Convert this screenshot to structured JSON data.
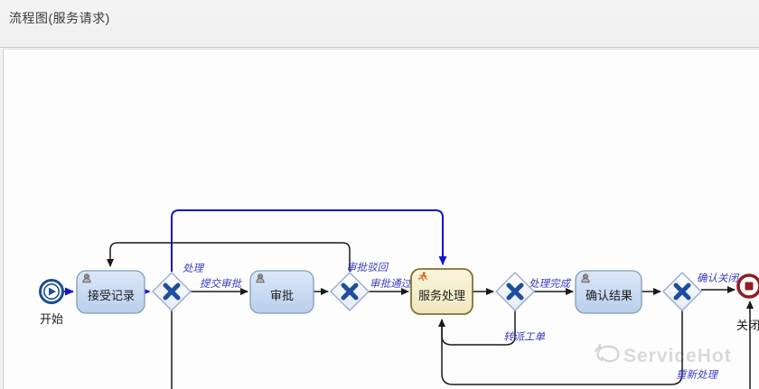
{
  "header": {
    "title": "流程图(服务请求)"
  },
  "watermark": {
    "text": "ServiceHot"
  },
  "diagram": {
    "nodes": {
      "start": {
        "label": "开始",
        "type": "start-event"
      },
      "accept": {
        "label": "接受记录",
        "type": "user-task"
      },
      "approve": {
        "label": "审批",
        "type": "user-task"
      },
      "service": {
        "label": "服务处理",
        "type": "user-task",
        "state": "active"
      },
      "confirm": {
        "label": "确认结果",
        "type": "user-task"
      },
      "end": {
        "label": "关闭",
        "type": "end-event"
      }
    },
    "gateways": [
      "exclusive-gateway-1",
      "exclusive-gateway-2",
      "exclusive-gateway-3",
      "exclusive-gateway-4"
    ],
    "edge_labels": {
      "process": "处理",
      "submit_approval": "提交审批",
      "approval_rejected": "审批驳回",
      "approval_passed": "审批通过",
      "process_complete": "处理完成",
      "transfer_ticket": "转派工单",
      "confirm_close": "确认关闭",
      "reprocess": "重新处理"
    },
    "colors": {
      "task_fill_top": "#dbe7f8",
      "task_fill_bottom": "#b9cfec",
      "task_border": "#7f9db9",
      "active_fill_top": "#faf5dd",
      "active_fill_bottom": "#f0e7bd",
      "active_border": "#847034",
      "gateway_border": "#9aabca",
      "gateway_x": "#1d4e9e",
      "start_event": "#1d4f91",
      "end_event": "#8f1d22",
      "flow_black": "#1a1a1a",
      "flow_blue": "#1414cc",
      "edge_label_blue": "#3a3ac0"
    }
  }
}
